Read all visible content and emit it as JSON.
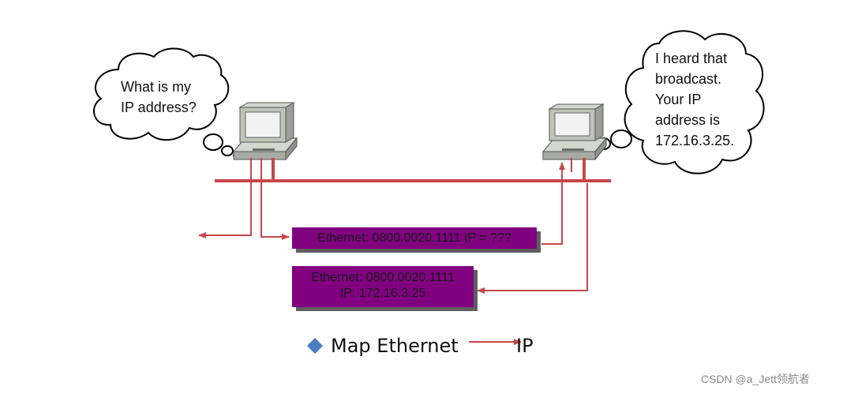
{
  "colors": {
    "wire": "#c8474a",
    "packet_bg": "#800080",
    "bullet": "#4a7cc4",
    "computer_body": "#bfc3b8"
  },
  "left_cloud": {
    "text": "What is my\nIP address?"
  },
  "right_cloud": {
    "text": "I heard that\nbroadcast.\nYour IP\naddress is\n172.16.3.25."
  },
  "request_packet": {
    "text": "Ethernet: 0800.0020.1111 IP = ???"
  },
  "reply_packet": {
    "line1": "Ethernet: 0800.0020.1111",
    "line2": "IP: 172.16.3.25"
  },
  "legend": {
    "left_label": "Map Ethernet",
    "right_label": "IP"
  },
  "watermark": {
    "text": "CSDN @a_Jett领航者"
  },
  "icons": {
    "left_device": "desktop-computer-icon",
    "right_device": "desktop-computer-icon",
    "legend_bullet": "diamond-bullet-icon"
  }
}
